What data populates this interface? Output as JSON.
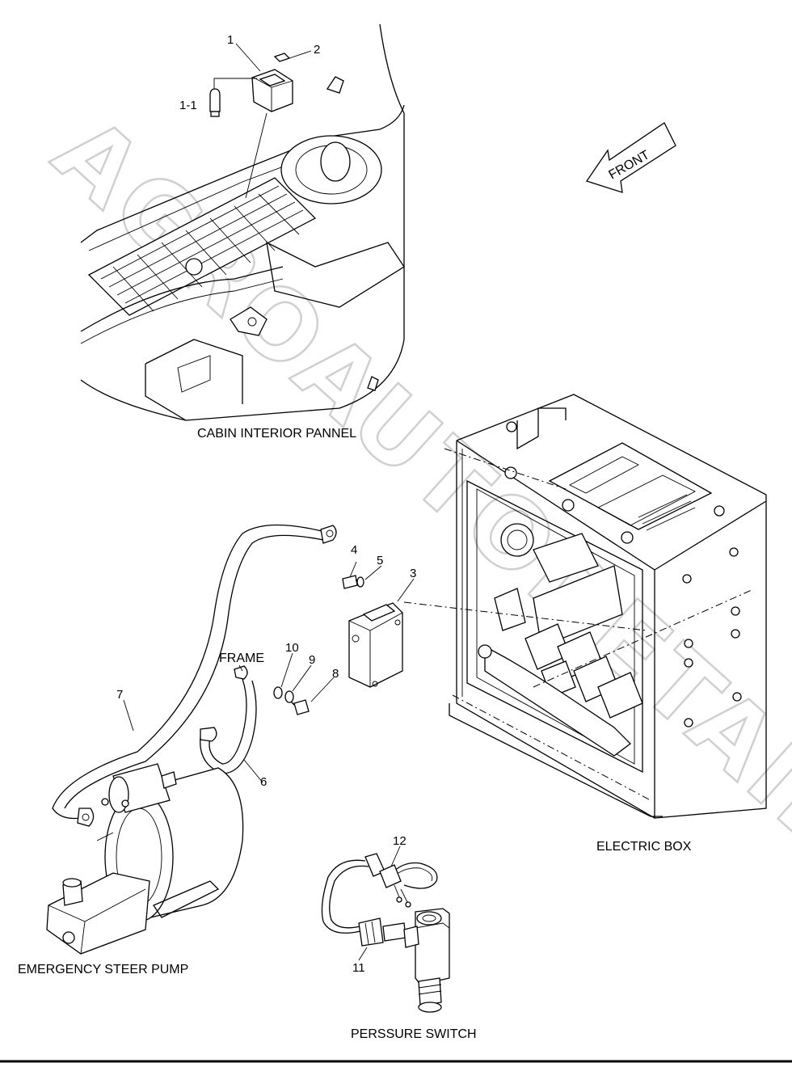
{
  "labels": {
    "cabin": "CABIN INTERIOR PANNEL",
    "electric_box": "ELECTRIC BOX",
    "pump": "EMERGENCY STEER PUMP",
    "pressure_switch": "PERSSURE SWITCH",
    "frame": "FRAME",
    "front": "FRONT"
  },
  "callouts": {
    "p1": "1",
    "p1_1": "1-1",
    "p2": "2",
    "p3": "3",
    "p4": "4",
    "p5": "5",
    "p6": "6",
    "p7": "7",
    "p8": "8",
    "p9": "9",
    "p10": "10",
    "p11": "11",
    "p12": "12"
  },
  "watermark": "AGROAUTODETAILER.RU"
}
